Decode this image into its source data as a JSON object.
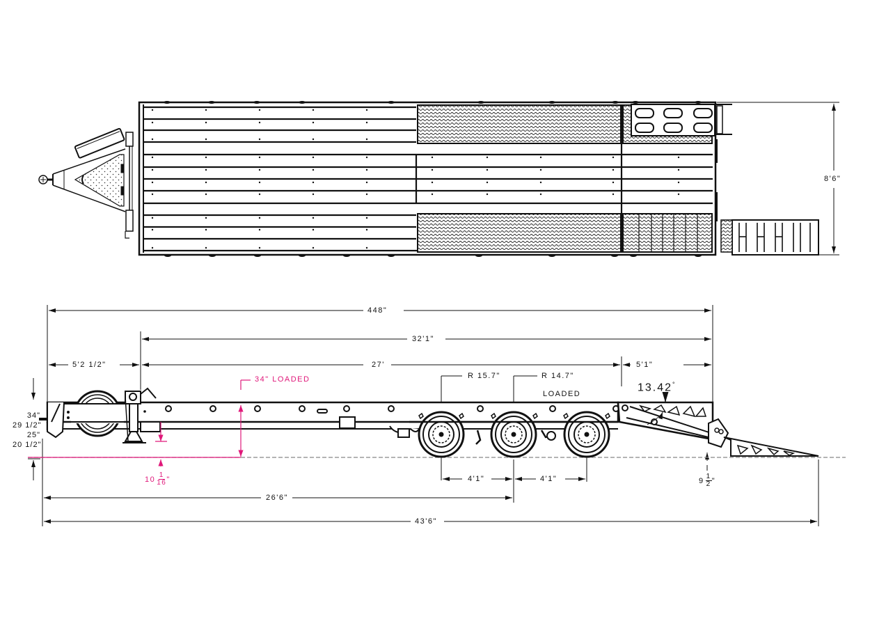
{
  "drawing": {
    "top_view": {
      "width_label": "8'6\""
    },
    "side_view": {
      "overall_length_top": "448\"",
      "deck_length": "32'1\"",
      "gooseneck_length": "5'2 1/2\"",
      "main_deck": "27'",
      "beavertail": "5'1\"",
      "ramp_angle": "13.42",
      "ramp_angle_unit": "°",
      "deck_height_loaded": "34\"  LOADED",
      "tire_radius_1": "R 15.7\"",
      "tire_radius_2": "R 14.7\"",
      "tire_radius_2_note": "LOADED",
      "axle_spacing_1": "4'1\"",
      "axle_spacing_2": "4'1\"",
      "jack_clearance_whole": "10",
      "jack_clearance_num": "1",
      "jack_clearance_den": "16",
      "jack_clearance_unit": "\"",
      "ramp_tip_whole": "9",
      "ramp_tip_num": "1",
      "ramp_tip_den": "2",
      "ramp_tip_unit": "\"",
      "hitch_to_axle": "26'6\"",
      "overall_length": "43'6\"",
      "coupler_heights": [
        "34\"",
        "29 1/2\"",
        "25\"",
        "20 1/2\""
      ]
    },
    "colors": {
      "line": "#111111",
      "annotation": "#e0187a",
      "ground": "#888888"
    }
  }
}
